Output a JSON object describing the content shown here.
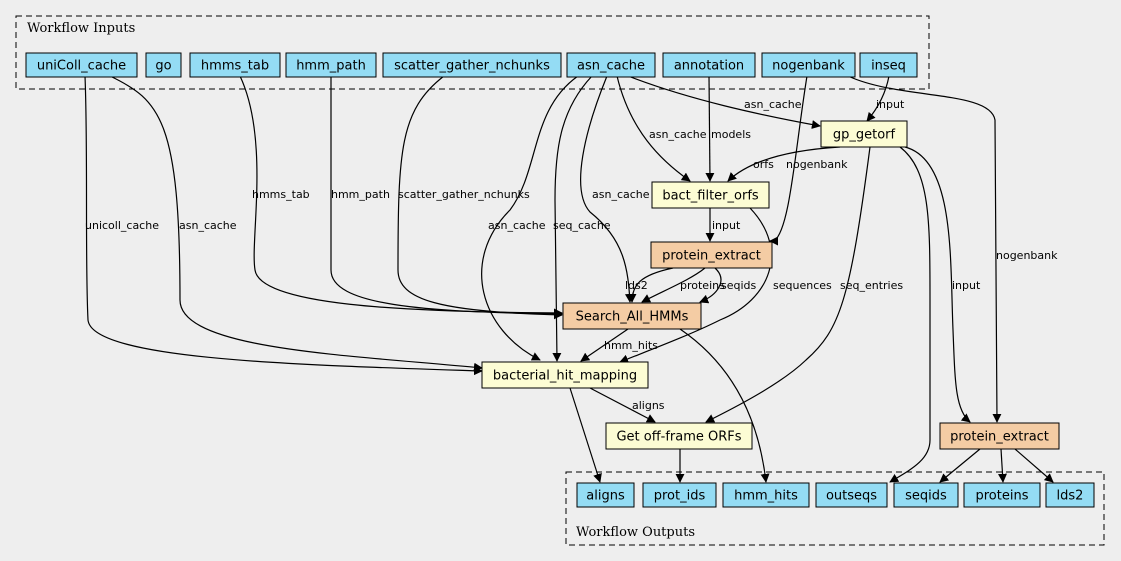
{
  "clusters": {
    "inputs": {
      "title": "Workflow Inputs"
    },
    "outputs": {
      "title": "Workflow Outputs"
    }
  },
  "colors": {
    "background": "#eeeeee",
    "io": "#94dcf4",
    "step": "#fcfcd4",
    "subworkflow": "#f4cca4"
  },
  "nodes": {
    "unicoll_cache_in": "uniColl_cache",
    "go_in": "go",
    "hmms_tab_in": "hmms_tab",
    "hmm_path_in": "hmm_path",
    "scatter_gather_nchunks_in": "scatter_gather_nchunks",
    "asn_cache_in": "asn_cache",
    "annotation_in": "annotation",
    "nogenbank_in": "nogenbank",
    "inseq_in": "inseq",
    "gp_getorf": "gp_getorf",
    "bact_filter_orfs": "bact_filter_orfs",
    "protein_extract_1": "protein_extract",
    "search_all_hmms": "Search_All_HMMs",
    "bacterial_hit_mapping": "bacterial_hit_mapping",
    "get_off_frame_orfs": "Get off-frame ORFs",
    "protein_extract_2": "protein_extract",
    "aligns_out": "aligns",
    "prot_ids_out": "prot_ids",
    "hmm_hits_out": "hmm_hits",
    "outseqs_out": "outseqs",
    "seqids_out": "seqids",
    "proteins_out": "proteins",
    "lds2_out": "lds2"
  },
  "edge_labels": {
    "asn_cache_to_gp_getorf": "asn_cache",
    "inseq_to_gp_getorf": "input",
    "asn_cache_to_bact_filter_orfs": "asn_cache",
    "annotation_to_bact_filter_orfs": "models",
    "gp_getorf_to_bact_filter_orfs": "orfs",
    "nogenbank_to_protein_extract_1": "nogenbank",
    "hmms_tab_to_search": "hmms_tab",
    "hmm_path_to_search": "hmm_path",
    "nchunks_to_search": "scatter_gather_nchunks",
    "asn_cache_to_search": "asn_cache",
    "bact_filter_orfs_to_protein_extract_1": "input",
    "unicoll_to_mapping": "unicoll_cache",
    "asn_cache_root_to_mapping": "asn_cache",
    "asn_cache_to_mapping": "asn_cache",
    "seq_cache_to_mapping": "seq_cache",
    "lds2_to_search": "lds2",
    "proteins_to_search": "proteins",
    "seqids_to_search": "seqids",
    "sequences_to_mapping": "sequences",
    "seq_entries_to_off_frame": "seq_entries",
    "input_to_protein_extract_2": "input",
    "nogenbank_to_protein_extract_2": "nogenbank",
    "hmm_hits_to_mapping": "hmm_hits",
    "aligns_to_off_frame": "aligns"
  }
}
